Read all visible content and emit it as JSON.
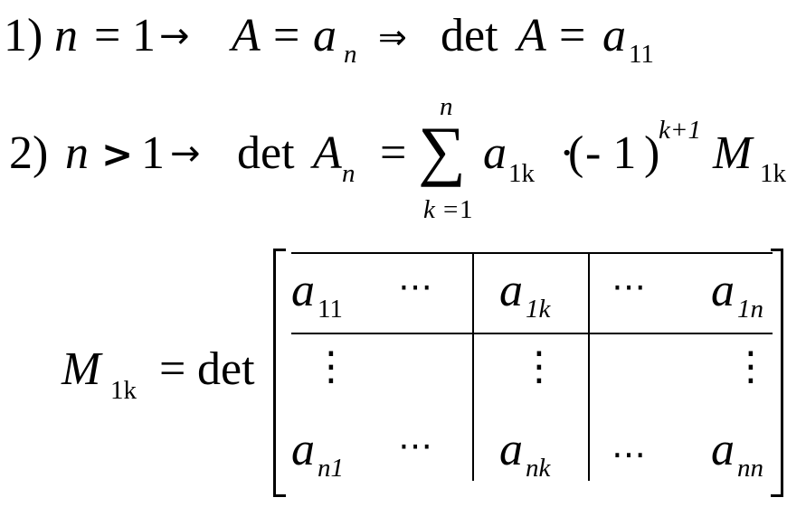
{
  "line1": {
    "number": "1)",
    "n": "n",
    "eq": "=",
    "one": "1",
    "arrow": "→",
    "A": "A",
    "a": "a",
    "a_sub": "n",
    "implies": "⇒",
    "det": "det",
    "A2": "A",
    "a2": "a",
    "a2_sub": "11"
  },
  "line2": {
    "number": "2)",
    "n": "n",
    "gt": ">",
    "one": "1",
    "arrow": "→",
    "det": "det",
    "A": "A",
    "A_sub": "n",
    "eq": "=",
    "sigma": "∑",
    "sum_upper": "n",
    "sum_lower_k": "k",
    "sum_lower_eq": "=",
    "sum_lower_val": "1",
    "a": "a",
    "a_sub": "1k",
    "dot": "·",
    "lparen": "(",
    "minus_one": "- 1",
    "rparen": ")",
    "exponent": "k+1",
    "M": "M",
    "M_sub": "1k"
  },
  "line3": {
    "M": "M",
    "M_sub": "1k",
    "eq": "=",
    "det": "det",
    "matrix": {
      "rows": [
        [
          {
            "base": "a",
            "sub": "11"
          },
          {
            "sym": "⋯"
          },
          {
            "base": "a",
            "sub": "1k"
          },
          {
            "sym": "⋯"
          },
          {
            "base": "a",
            "sub": "1n"
          }
        ],
        [
          {
            "sym": "⋮"
          },
          {
            "sym": ""
          },
          {
            "sym": "⋮"
          },
          {
            "sym": ""
          },
          {
            "sym": "⋮"
          }
        ],
        [
          {
            "base": "a",
            "sub": "n1"
          },
          {
            "sym": "⋯"
          },
          {
            "base": "a",
            "sub": "nk"
          },
          {
            "sym": "…"
          },
          {
            "base": "a",
            "sub": "nn"
          }
        ]
      ]
    }
  }
}
